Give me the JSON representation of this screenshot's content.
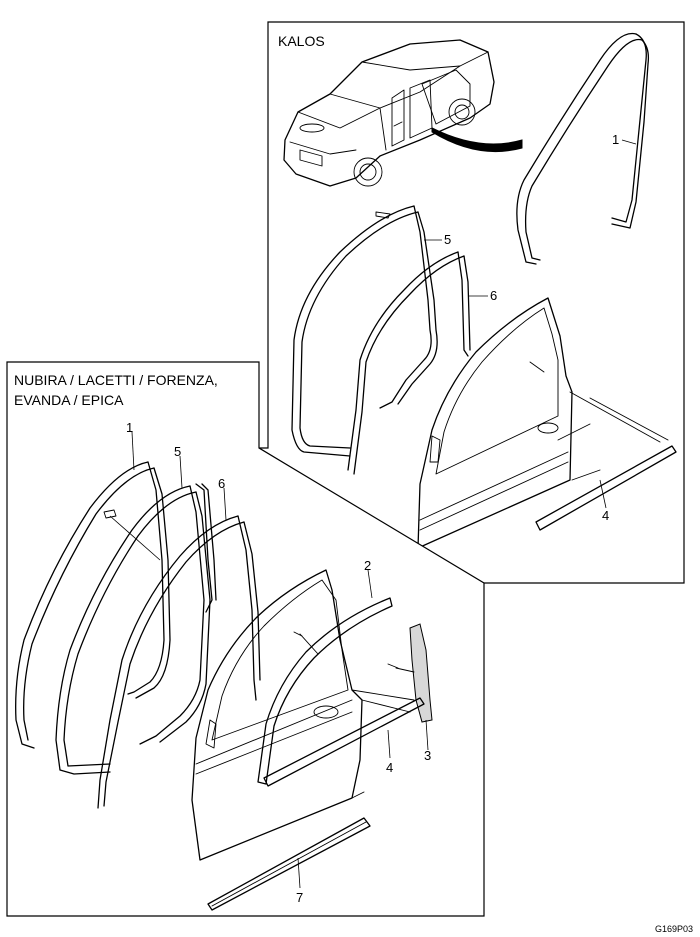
{
  "kalos": {
    "title": "KALOS",
    "callouts": {
      "p1": "1",
      "p4": "4",
      "p5": "5",
      "p6": "6"
    }
  },
  "nubira": {
    "title_line1": "NUBIRA / LACETTI / FORENZA,",
    "title_line2": "EVANDA / EPICA",
    "callouts": {
      "p1": "1",
      "p2": "2",
      "p3": "3",
      "p4": "4",
      "p5": "5",
      "p6": "6",
      "p7": "7"
    }
  },
  "drawing_code": "G169P03"
}
